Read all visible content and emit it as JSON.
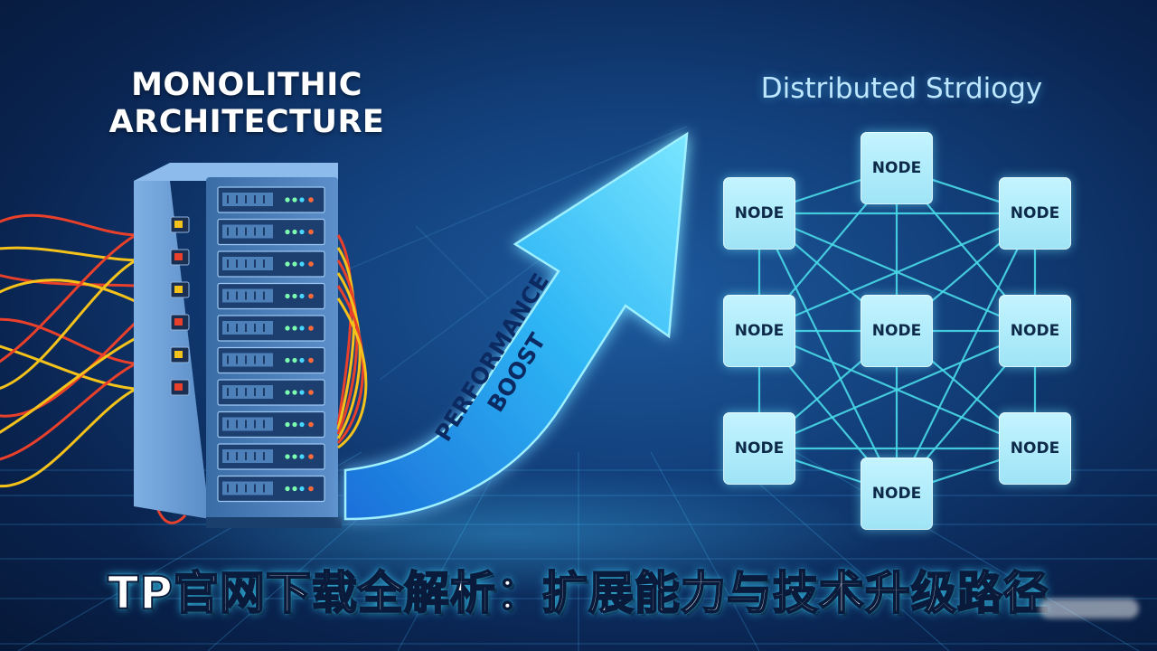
{
  "monolith": {
    "title_line1": "MONOLITHIC",
    "title_line2": "ARCHITECTURE",
    "server_unit_count": 10
  },
  "arrow": {
    "line1": "PERFORMANCE",
    "line2": "BOOST"
  },
  "distributed": {
    "title": "Distributed Strdiogy",
    "node_label": "NODE",
    "nodes": [
      "NODE",
      "NODE",
      "NODE",
      "NODE",
      "NODE",
      "NODE",
      "NODE",
      "NODE",
      "NODE"
    ]
  },
  "caption": {
    "text": "TP官网下载全解析：扩展能力与技术升级路径"
  },
  "colors": {
    "background": "#0e3468",
    "arrow": "#33cfff",
    "node_fill": "#b5eefc",
    "mesh_line": "#49d9e8",
    "cable_red": "#e8402a",
    "cable_yellow": "#f4c21a",
    "server_body": "#6a9ad0",
    "caption_glow": "#3cd2ff"
  }
}
